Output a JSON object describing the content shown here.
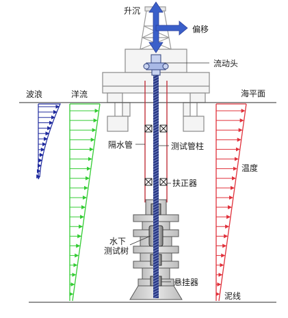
{
  "labels": {
    "heave": "升沉",
    "offset": "偏移",
    "flowhead": "流动头",
    "waves": "波浪",
    "current": "洋流",
    "sea_level": "海平面",
    "riser": "隔水管",
    "test_string": "测试管柱",
    "temperature": "温度",
    "centralizer": "扶正器",
    "subsea_tree_line1": "水下",
    "subsea_tree_line2": "测试树",
    "hanger": "悬挂器",
    "mudline": "泥线"
  },
  "colors": {
    "waves": "#1f2a9e",
    "current": "#33cc33",
    "temperature": "#e0303a",
    "motion_arrows": "#3a5fc9",
    "test_string": "#2b3a86",
    "structure": "#555555"
  },
  "profiles": {
    "wave_arrow_count": 14,
    "current_arrow_count": 20,
    "temperature_arrow_count": 20
  }
}
